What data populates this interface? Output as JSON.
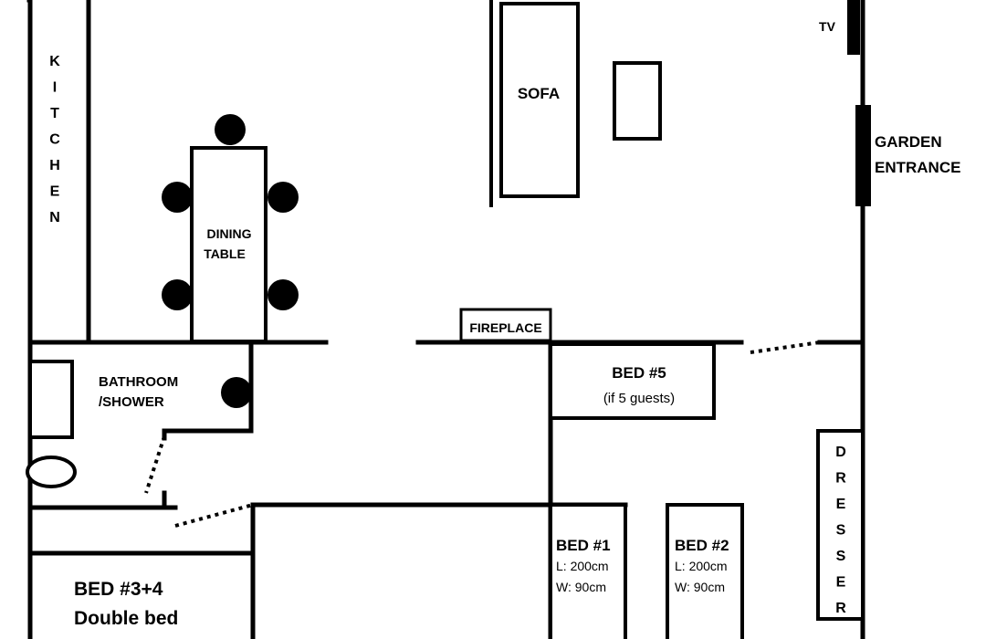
{
  "labels": {
    "kitchen": "KITCHEN",
    "dining_table_line1": "DINING",
    "dining_table_line2": "TABLE",
    "sofa": "SOFA",
    "tv": "TV",
    "garden_line1": "GARDEN",
    "garden_line2": "ENTRANCE",
    "fireplace": "FIREPLACE",
    "bathroom_line1": "BATHROOM",
    "bathroom_line2": "/SHOWER",
    "bed5_title": "BED #5",
    "bed5_note": "(if 5 guests)",
    "dresser": "DRESSER",
    "bed1_title": "BED #1",
    "bed1_length": "L: 200cm",
    "bed1_width": "W: 90cm",
    "bed2_title": "BED #2",
    "bed2_length": "L: 200cm",
    "bed2_width": "W: 90cm",
    "bed34_title": "BED #3+4",
    "bed34_subtitle": "Double bed"
  }
}
